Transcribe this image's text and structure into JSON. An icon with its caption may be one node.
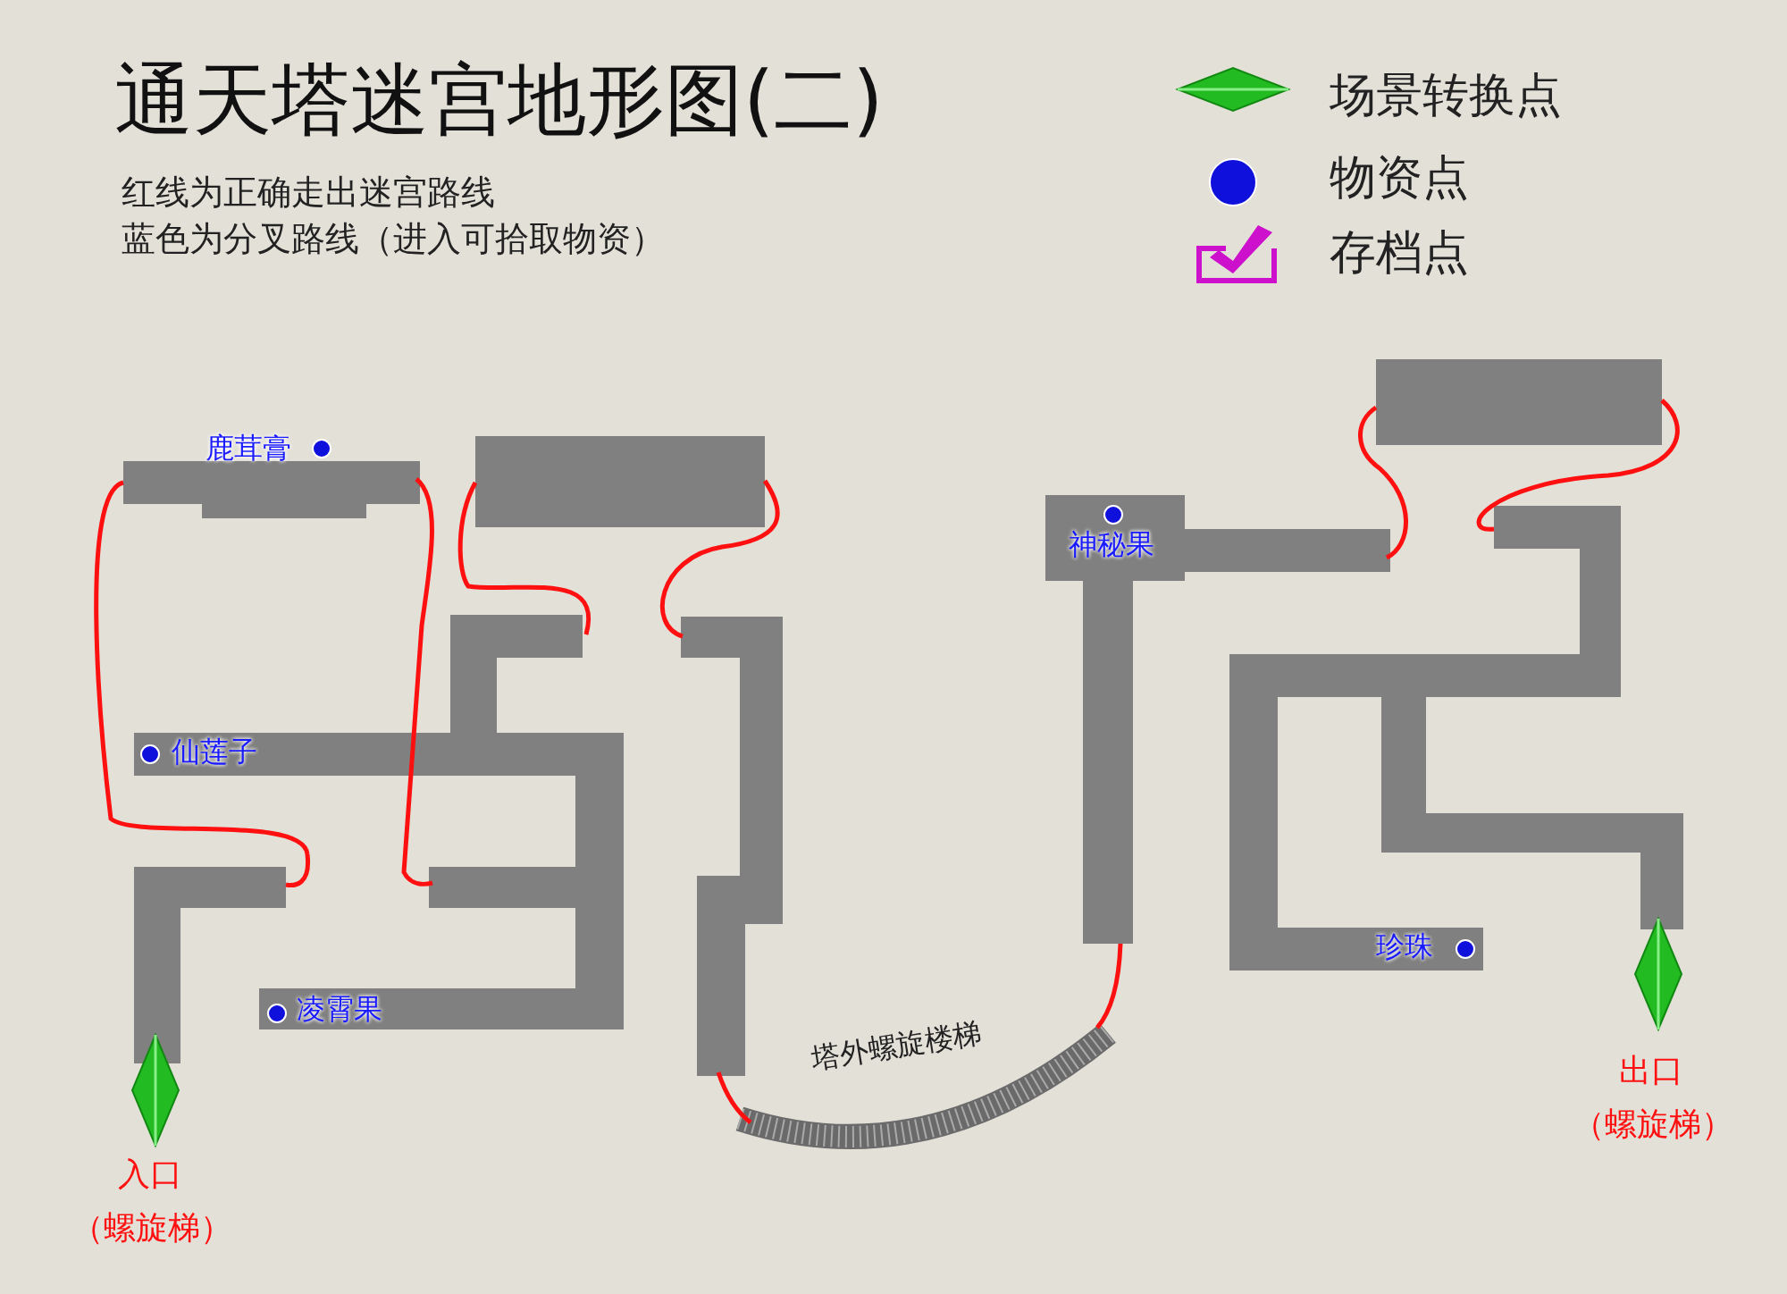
{
  "diagram": {
    "title": "通天塔迷宫地形图(二)",
    "labels": [
      "红线为正确走出迷宫路线",
      "蓝色为分叉路线（进入可拾取物资）",
      "鹿茸膏",
      "神秘果",
      "仙莲子",
      "塔外螺旋楼梯",
      "珍珠",
      "凌霄果",
      "出口",
      "（螺旋梯）",
      "入口",
      "（螺旋梯）"
    ],
    "legend": [
      {
        "text": "场景转换点"
      },
      {
        "text": "物资点"
      },
      {
        "text": "存档点"
      }
    ]
  }
}
